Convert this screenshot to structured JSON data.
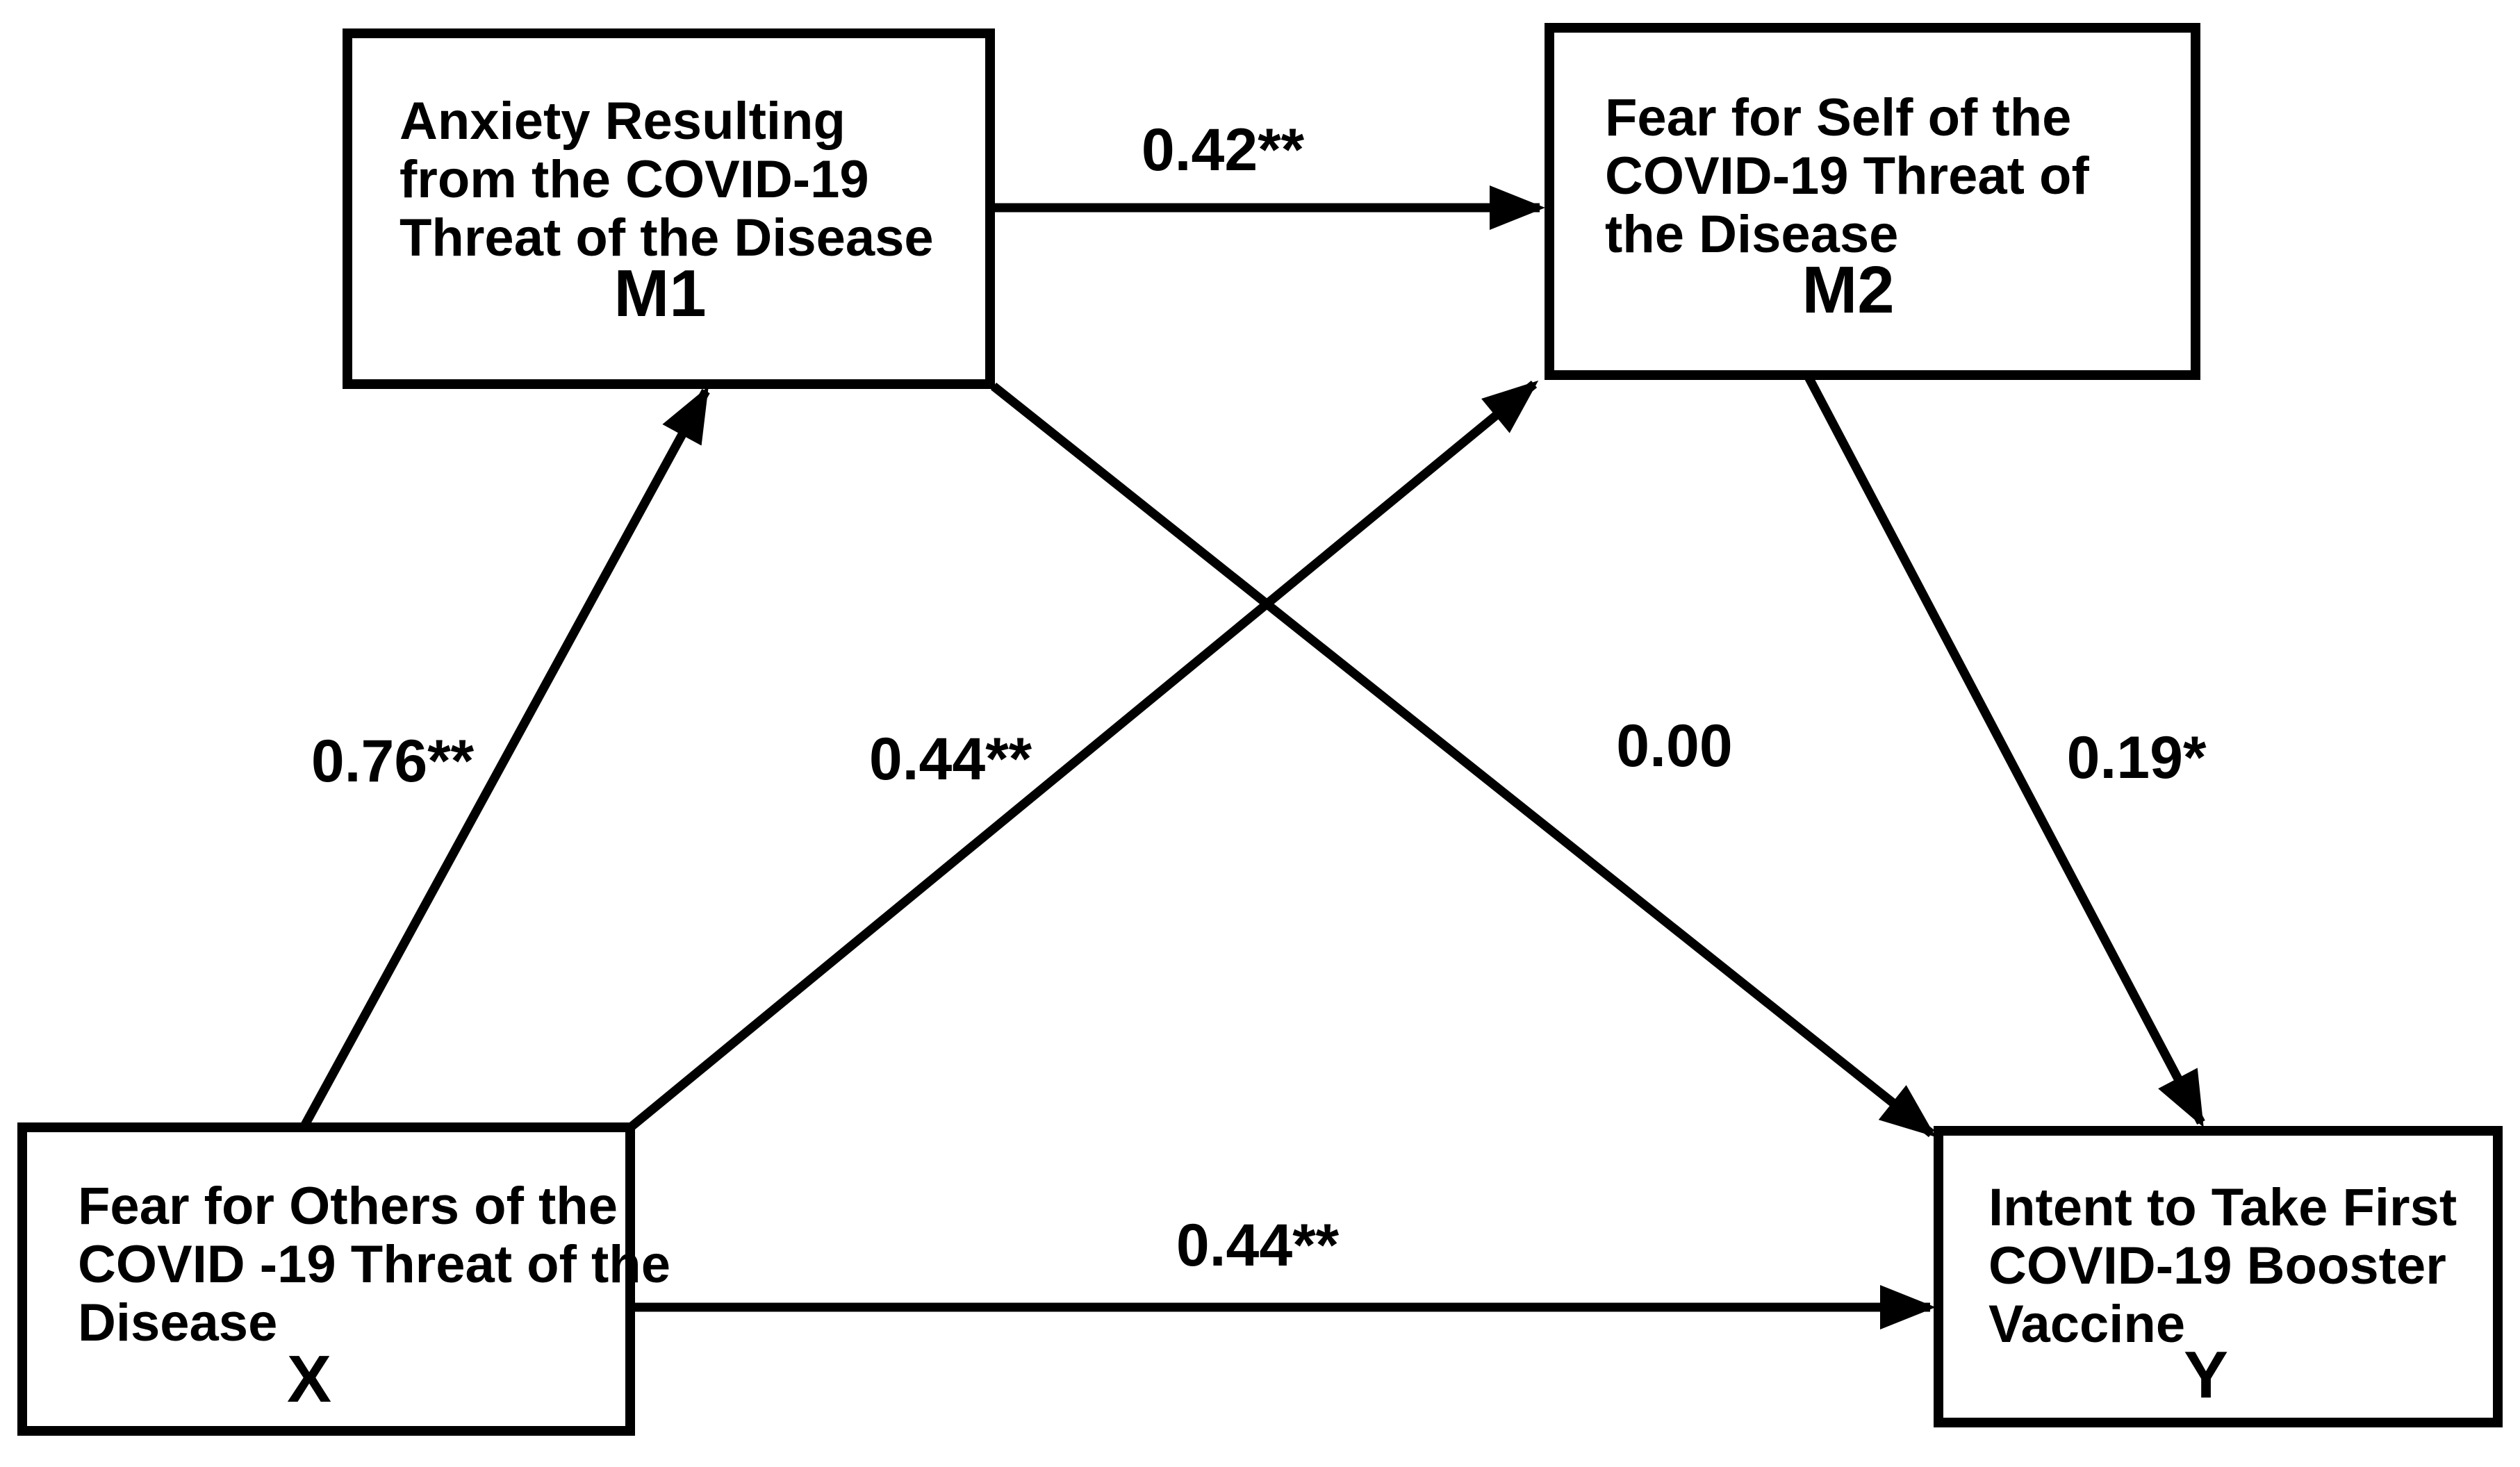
{
  "diagram": {
    "type": "mediation-path-model",
    "colors": {
      "line": "#000000",
      "box_fill": "#ffffff",
      "background": "#ffffff"
    },
    "nodes": {
      "m1": {
        "lines": [
          "Anxiety Resulting",
          "from the COVID-19",
          "Threat of the Disease"
        ],
        "id": "M1"
      },
      "m2": {
        "lines": [
          "Fear for Self of the",
          "COVID-19 Threat of",
          "the Disease"
        ],
        "id": "M2"
      },
      "x": {
        "lines": [
          "Fear for Others of the",
          "COVID -19 Threat of the",
          "Disease"
        ],
        "id": "X"
      },
      "y": {
        "lines": [
          "Intent to Take First",
          "COVID-19 Booster",
          "Vaccine"
        ],
        "id": "Y"
      }
    },
    "paths": [
      {
        "from": "M1",
        "to": "M2",
        "coefficient": "0.42**"
      },
      {
        "from": "X",
        "to": "M1",
        "coefficient": "0.76**"
      },
      {
        "from": "X",
        "to": "M2",
        "coefficient": "0.44**"
      },
      {
        "from": "M1",
        "to": "Y",
        "coefficient": "0.00"
      },
      {
        "from": "M2",
        "to": "Y",
        "coefficient": "0.19*"
      },
      {
        "from": "X",
        "to": "Y",
        "coefficient": "0.44**"
      }
    ]
  }
}
